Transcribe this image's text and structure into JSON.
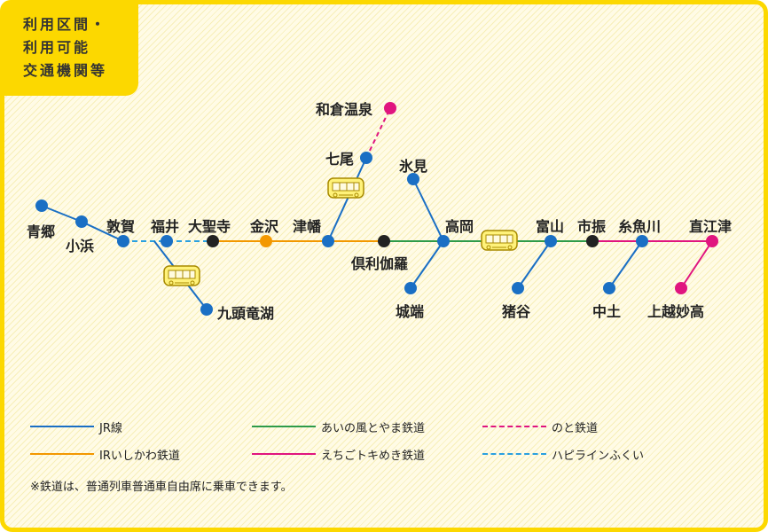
{
  "header": {
    "line1": "利用区間・",
    "line2": "利用可能",
    "line3": "交通機関等"
  },
  "stations": {
    "aogo": "青郷",
    "obama": "小浜",
    "tsuruga": "敦賀",
    "fukui": "福井",
    "daishoji": "大聖寺",
    "kanazawa": "金沢",
    "tsubata": "津幡",
    "nanao": "七尾",
    "wakura": "和倉温泉",
    "kurikara": "倶利伽羅",
    "himi": "氷見",
    "takaoka": "高岡",
    "johana": "城端",
    "toyama": "富山",
    "inotani": "猪谷",
    "ichiburi": "市振",
    "itoigawa": "糸魚川",
    "nakatsuchi": "中土",
    "naoetsu": "直江津",
    "joetsumyoko": "上越妙高",
    "kuzuryuko": "九頭竜湖"
  },
  "legend": [
    {
      "label": "JR線",
      "color": "#1a6fc4",
      "style": "solid"
    },
    {
      "label": "あいの風とやま鉄道",
      "color": "#2e9b4a",
      "style": "solid"
    },
    {
      "label": "のと鉄道",
      "color": "#e0157f",
      "style": "dashed"
    },
    {
      "label": "IRいしかわ鉄道",
      "color": "#f39800",
      "style": "solid"
    },
    {
      "label": "えちごトキめき鉄道",
      "color": "#e0157f",
      "style": "solid"
    },
    {
      "label": "ハピラインふくい",
      "color": "#2aa0e0",
      "style": "dashed"
    }
  ],
  "note": "※鉄道は、普通列車普通車自由席に乗車できます。",
  "colors": {
    "jr": "#1a6fc4",
    "ainokaze": "#2e9b4a",
    "noto": "#e0157f",
    "ir": "#f39800",
    "echigo": "#e0157f",
    "hapi": "#2aa0e0",
    "junction": "#222222",
    "accent": "#fcd800"
  }
}
